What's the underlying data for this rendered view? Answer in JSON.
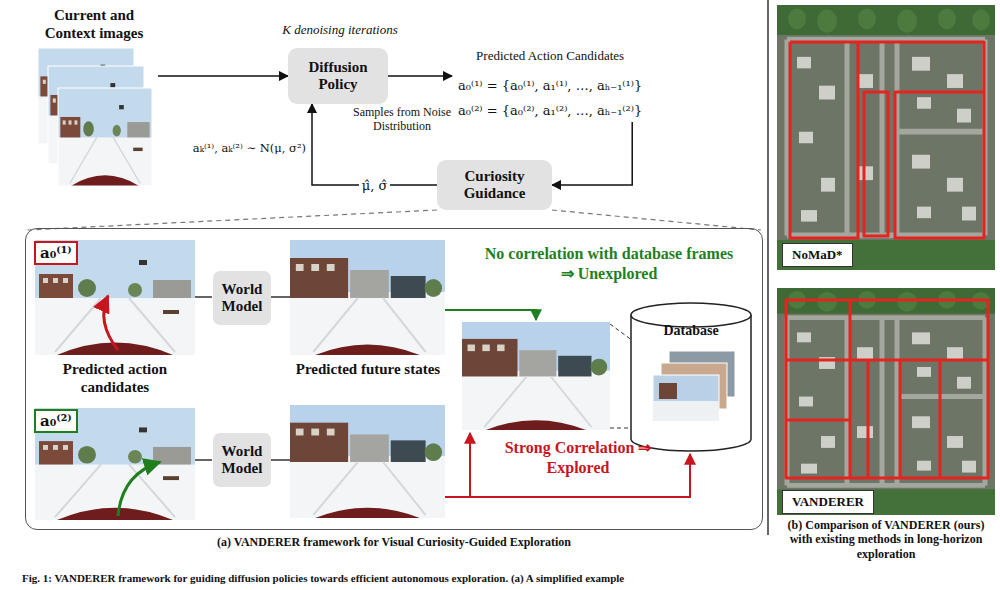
{
  "diagram": {
    "caption": "Fig. 1: VANDERER framework for guiding diffusion policies towards efficient autonomous exploration. (a) A simplified example",
    "nodes": [
      {
        "text": [
          "Current and Context images"
        ]
      },
      {
        "text": [
          "Diffusion Policy"
        ]
      },
      {
        "text": [
          "Predicted Action Candidates",
          "a₀⁽¹⁾ = {a₀⁽¹⁾, a₁⁽¹⁾, …, aₕ₋₁⁽¹⁾}",
          "a₀⁽²⁾ = {a₀⁽²⁾, a₁⁽²⁾, …, aₕ₋₁⁽²⁾}"
        ]
      },
      {
        "text": [
          "Curiosity Guidance"
        ]
      },
      {
        "text": [
          "(a) VANDERER framework for Visual Curiosity-Guided Exploration"
        ]
      },
      {
        "text": [
          "a₀⁽¹⁾"
        ],
        "in": 4
      },
      {
        "text": [
          "World Model"
        ],
        "in": 4
      },
      {
        "text": [
          "a₀⁽²⁾"
        ],
        "in": 4
      },
      {
        "text": [
          "World Model"
        ],
        "in": 4
      },
      {
        "text": [
          "Database"
        ],
        "in": 4
      },
      {
        "text": [
          "NoMaD*"
        ]
      },
      {
        "text": [
          "VANDERER"
        ]
      }
    ],
    "edges": [
      {
        "from": 0,
        "to": 1,
        "arrow": "to"
      },
      {
        "from": 1,
        "to": 2,
        "arrow": "to"
      },
      {
        "from": 2,
        "to": 3,
        "arrow": "to"
      },
      {
        "from": 3,
        "to": 1,
        "label": "μ̂, σ̂",
        "arrow": "to"
      }
    ],
    "labels": [
      "K denoising iterations",
      "Samples from Noise Distribution",
      "aₖ⁽¹⁾, aₖ⁽²⁾ ∼ N(μ, σ²)",
      "Predicted action candidates",
      "Predicted future states",
      "No correlation with database frames ⇒ Unexplored",
      "Strong Correlation ⇒ Explored",
      "(b) Comparison of VANDERER (ours) with existing methods in long-horizon exploration"
    ]
  }
}
